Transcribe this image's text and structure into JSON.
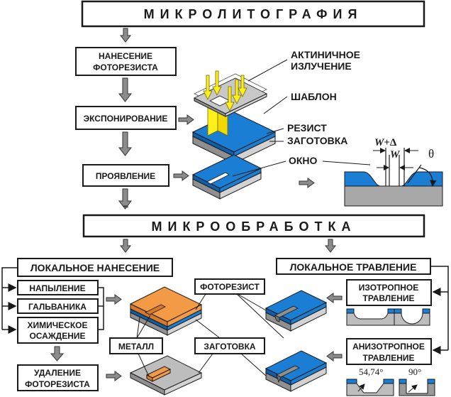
{
  "lithography": {
    "title": "МИКРОЛИТОГРАФИЯ",
    "steps": [
      {
        "line1": "НАНЕСЕНИЕ",
        "line2": "ФОТОРЕЗИСТА"
      },
      {
        "line1": "ЭКСПОНИРОВАНИЕ"
      },
      {
        "line1": "ПРОЯВЛЕНИЕ"
      }
    ],
    "labels": {
      "actinic_line1": "АКТИНИЧНОЕ",
      "actinic_line2": "ИЗЛУЧЕНИЕ",
      "mask": "ШАБЛОН",
      "resist": "РЕЗИСТ",
      "substrate": "ЗАГОТОВКА",
      "window": "ОКНО"
    },
    "profile": {
      "w_plus_delta_w": "W",
      "w_plus_delta_sign": "+Δ",
      "w": "W",
      "theta": "θ"
    }
  },
  "microprocessing": {
    "title": "МИКРООБРАБОТКА",
    "local_deposition": {
      "title": "ЛОКАЛЬНОЕ НАНЕСЕНИЕ",
      "methods": [
        "НАПЫЛЕНИЕ",
        "ГАЛЬВАНИКА"
      ],
      "chem_line1": "ХИМИЧЕСКОЕ",
      "chem_line2": "ОСАЖДЕНИЕ",
      "removal_line1": "УДАЛЕНИЕ",
      "removal_line2": "ФОТОРЕЗИСТА"
    },
    "center_labels": {
      "photoresist": "ФОТОРЕЗИСТ",
      "metal": "МЕТАЛЛ",
      "substrate": "ЗАГОТОВКА"
    },
    "local_etching": {
      "title": "ЛОКАЛЬНОЕ ТРАВЛЕНИЕ",
      "isotropic_line1": "ИЗОТРОПНОЕ",
      "isotropic_line2": "ТРАВЛЕНИЕ",
      "anisotropic_line1": "АНИЗОТРОПНОЕ",
      "anisotropic_line2": "ТРАВЛЕНИЕ",
      "angle1": "54,74°",
      "angle2": "90°"
    }
  },
  "colors": {
    "resist_blue": "#1a7fd4",
    "substrate_grey": "#bdbdbd",
    "metal_orange": "#f29a45",
    "radiation_yellow": "#ffef1a",
    "arrow_grey": "#8c8c8c"
  }
}
